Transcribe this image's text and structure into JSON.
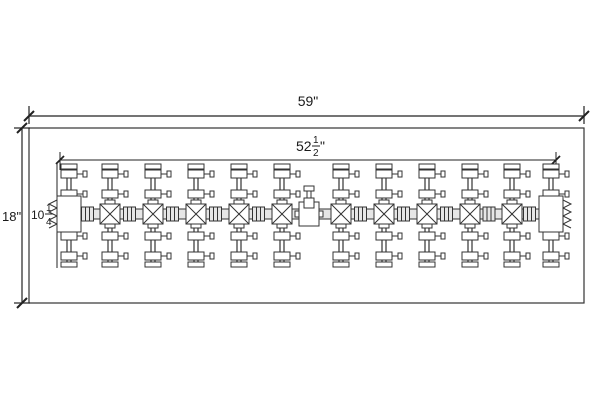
{
  "dimensions": {
    "overall_width": "59\"",
    "overall_depth": "18\"",
    "burner_length_whole": "52",
    "burner_length_num": "1",
    "burner_length_den": "2",
    "burner_length_unit": "\"",
    "burner_width_whole": "10",
    "burner_width_num": "1",
    "burner_width_den": "4"
  },
  "layout": {
    "tree_count": 12,
    "branches_per_tree": 6,
    "center_inlet": true
  },
  "colors": {
    "line": "#333333",
    "fill": "#ffffff",
    "pipe_fill": "#e6e6e6"
  }
}
